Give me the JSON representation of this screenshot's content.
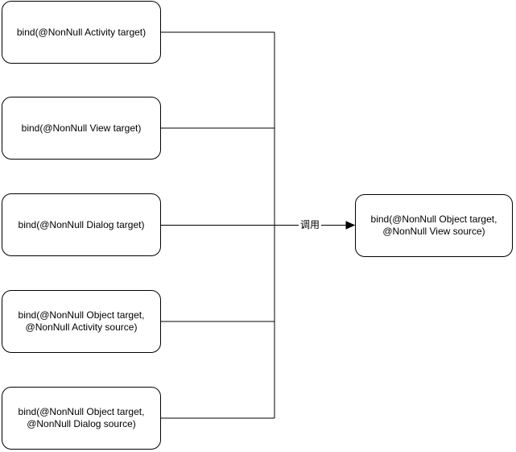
{
  "diagram": {
    "left_nodes": [
      {
        "label": "bind(@NonNull Activity target)"
      },
      {
        "label": "bind(@NonNull View target)"
      },
      {
        "label": "bind(@NonNull Dialog target)"
      },
      {
        "label": "bind(@NonNull Object target,\n@NonNull Activity source)"
      },
      {
        "label": "bind(@NonNull Object target,\n@NonNull Dialog source)"
      }
    ],
    "right_node": {
      "label": "bind(@NonNull Object target,\n@NonNull View source)"
    },
    "edge_label": "调用",
    "colors": {
      "stroke": "#000000",
      "node_fill": "#ffffff",
      "text": "#000000",
      "background": "#ffffff"
    }
  }
}
